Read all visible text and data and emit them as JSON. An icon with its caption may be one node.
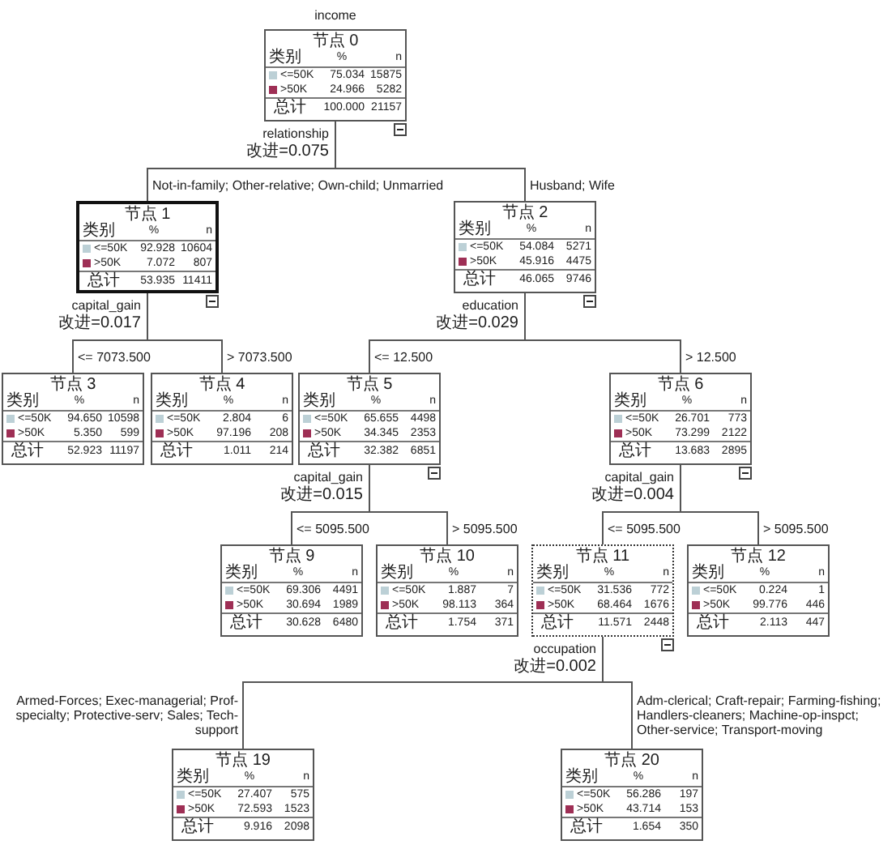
{
  "diagram": {
    "title": "income",
    "nodes": [
      {
        "text": [
          "节点 0",
          "类别",
          "%",
          "n",
          "<=50K",
          "75.034",
          "15875",
          ">50K",
          "24.966",
          "5282",
          "总计",
          "100.000",
          "21157"
        ],
        "beside": [
          "relationship",
          "改进=0.075"
        ]
      },
      {
        "text": [
          "节点 1",
          "类别",
          "%",
          "n",
          "<=50K",
          "92.928",
          "10604",
          ">50K",
          "7.072",
          "807",
          "总计",
          "53.935",
          "11411"
        ],
        "beside": [
          "capital_gain",
          "改进=0.017"
        ]
      },
      {
        "text": [
          "节点 2",
          "类别",
          "%",
          "n",
          "<=50K",
          "54.084",
          "5271",
          ">50K",
          "45.916",
          "4475",
          "总计",
          "46.065",
          "9746"
        ],
        "beside": [
          "education",
          "改进=0.029"
        ]
      },
      {
        "text": [
          "节点 3",
          "类别",
          "%",
          "n",
          "<=50K",
          "94.650",
          "10598",
          ">50K",
          "5.350",
          "599",
          "总计",
          "52.923",
          "11197"
        ]
      },
      {
        "text": [
          "节点 4",
          "类别",
          "%",
          "n",
          "<=50K",
          "2.804",
          "6",
          ">50K",
          "97.196",
          "208",
          "总计",
          "1.011",
          "214"
        ]
      },
      {
        "text": [
          "节点 5",
          "类别",
          "%",
          "n",
          "<=50K",
          "65.655",
          "4498",
          ">50K",
          "34.345",
          "2353",
          "总计",
          "32.382",
          "6851"
        ],
        "beside": [
          "capital_gain",
          "改进=0.015"
        ]
      },
      {
        "text": [
          "节点 6",
          "类别",
          "%",
          "n",
          "<=50K",
          "26.701",
          "773",
          ">50K",
          "73.299",
          "2122",
          "总计",
          "13.683",
          "2895"
        ],
        "beside": [
          "capital_gain",
          "改进=0.004"
        ]
      },
      {
        "text": [
          "节点 9",
          "类别",
          "%",
          "n",
          "<=50K",
          "69.306",
          "4491",
          ">50K",
          "30.694",
          "1989",
          "总计",
          "30.628",
          "6480"
        ]
      },
      {
        "text": [
          "节点 10",
          "类别",
          "%",
          "n",
          "<=50K",
          "1.887",
          "7",
          ">50K",
          "98.113",
          "364",
          "总计",
          "1.754",
          "371"
        ]
      },
      {
        "text": [
          "节点 11",
          "类别",
          "%",
          "n",
          "<=50K",
          "31.536",
          "772",
          ">50K",
          "68.464",
          "1676",
          "总计",
          "11.571",
          "2448"
        ],
        "beside": [
          "occupation",
          "改进=0.002"
        ]
      },
      {
        "text": [
          "节点 12",
          "类别",
          "%",
          "n",
          "<=50K",
          "0.224",
          "1",
          ">50K",
          "99.776",
          "446",
          "总计",
          "2.113",
          "447"
        ]
      },
      {
        "text": [
          "节点 19",
          "类别",
          "%",
          "n",
          "<=50K",
          "27.407",
          "575",
          ">50K",
          "72.593",
          "1523",
          "总计",
          "9.916",
          "2098"
        ]
      },
      {
        "text": [
          "节点 20",
          "类别",
          "%",
          "n",
          "<=50K",
          "56.286",
          "197",
          ">50K",
          "43.714",
          "153",
          "总计",
          "1.654",
          "350"
        ]
      }
    ],
    "edges": [
      {
        "from": 0,
        "to": 1,
        "arrow": "none",
        "label": "Not-in-family; Other-relative; Own-child; Unmarried"
      },
      {
        "from": 0,
        "to": 2,
        "arrow": "none",
        "label": "Husband; Wife"
      },
      {
        "from": 1,
        "to": 3,
        "arrow": "none",
        "label": "<= 7073.500"
      },
      {
        "from": 1,
        "to": 4,
        "arrow": "none",
        "label": "> 7073.500"
      },
      {
        "from": 2,
        "to": 5,
        "arrow": "none",
        "label": "<= 12.500"
      },
      {
        "from": 2,
        "to": 6,
        "arrow": "none",
        "label": "> 12.500"
      },
      {
        "from": 5,
        "to": 7,
        "arrow": "none",
        "label": "<= 5095.500"
      },
      {
        "from": 5,
        "to": 8,
        "arrow": "none",
        "label": "> 5095.500"
      },
      {
        "from": 6,
        "to": 9,
        "arrow": "none",
        "label": "<= 5095.500"
      },
      {
        "from": 6,
        "to": 10,
        "arrow": "none",
        "label": "> 5095.500"
      },
      {
        "from": 9,
        "to": 11,
        "arrow": "none",
        "label": "Armed-Forces; Exec-managerial; Prof-specialty; Protective-serv; Sales; Tech-support"
      },
      {
        "from": 9,
        "to": 12,
        "arrow": "none",
        "label": "Adm-clerical; Craft-repair; Farming-fishing; Handlers-cleaners; Machine-op-inspct; Other-service; Transport-moving"
      }
    ]
  }
}
